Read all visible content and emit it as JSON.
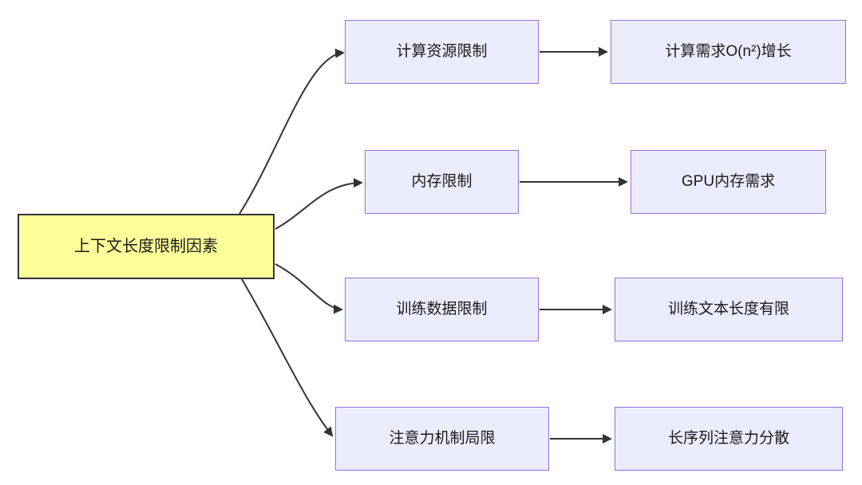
{
  "diagram": {
    "root_label": "上下文长度限制因素",
    "branches": [
      {
        "cause": "计算资源限制",
        "effect": "计算需求O(n²)增长"
      },
      {
        "cause": "内存限制",
        "effect": "GPU内存需求"
      },
      {
        "cause": "训练数据限制",
        "effect": "训练文本长度有限"
      },
      {
        "cause": "注意力机制局限",
        "effect": "长序列注意力分散"
      }
    ],
    "colors": {
      "root_fill": "#FFFF99",
      "root_border": "#333333",
      "node_fill": "#ECECFF",
      "node_border": "#9370DB",
      "arrow": "#333333",
      "background": "#FFFFFF"
    }
  }
}
